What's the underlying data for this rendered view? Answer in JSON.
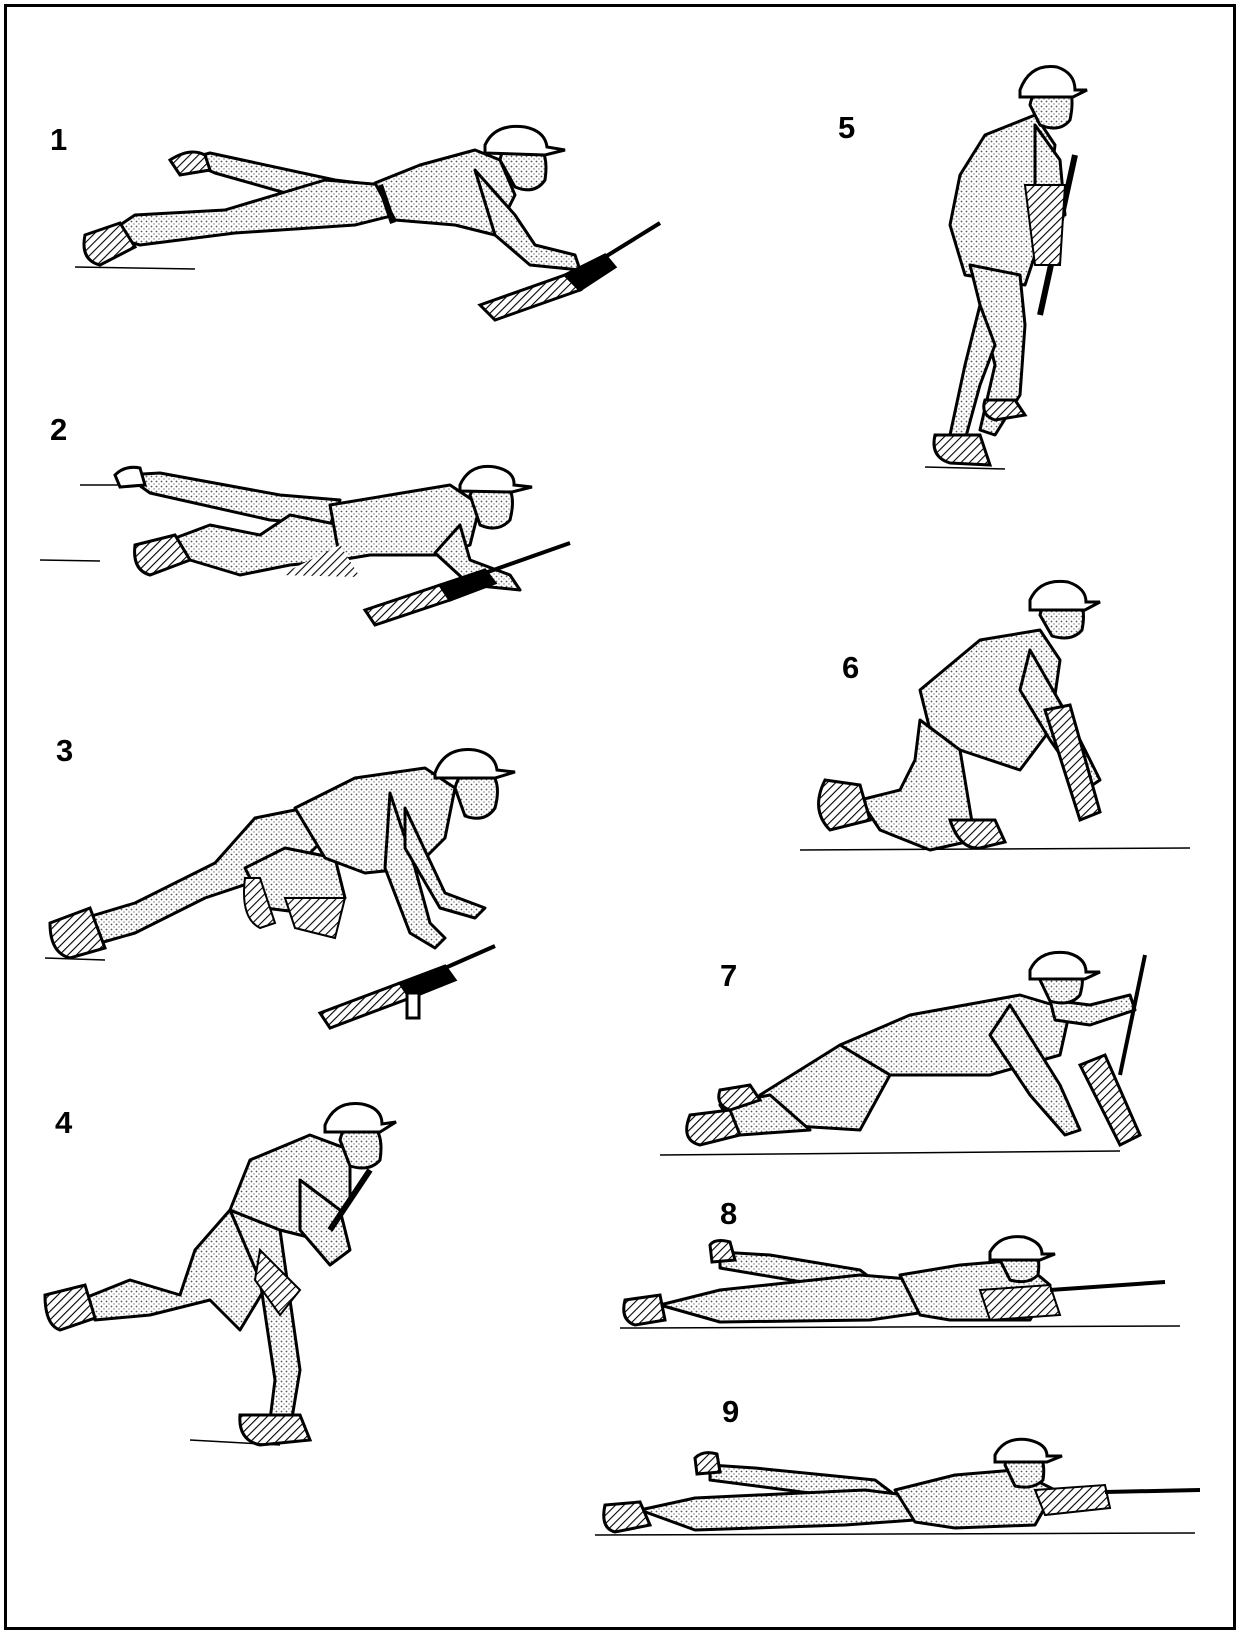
{
  "figures": [
    {
      "label": "1",
      "pose": "prone-low-crawl"
    },
    {
      "label": "2",
      "pose": "high-crawl"
    },
    {
      "label": "3",
      "pose": "rising-push-up"
    },
    {
      "label": "4",
      "pose": "running-rush"
    },
    {
      "label": "5",
      "pose": "standing-stop"
    },
    {
      "label": "6",
      "pose": "kneeling-drop"
    },
    {
      "label": "7",
      "pose": "falling-forward"
    },
    {
      "label": "8",
      "pose": "prone-rolling"
    },
    {
      "label": "9",
      "pose": "prone-firing"
    }
  ],
  "colors": {
    "ink": "#000000",
    "paper": "#ffffff",
    "shade": "#555555"
  },
  "style": "black-and-white pen illustration, soldier with rifle"
}
